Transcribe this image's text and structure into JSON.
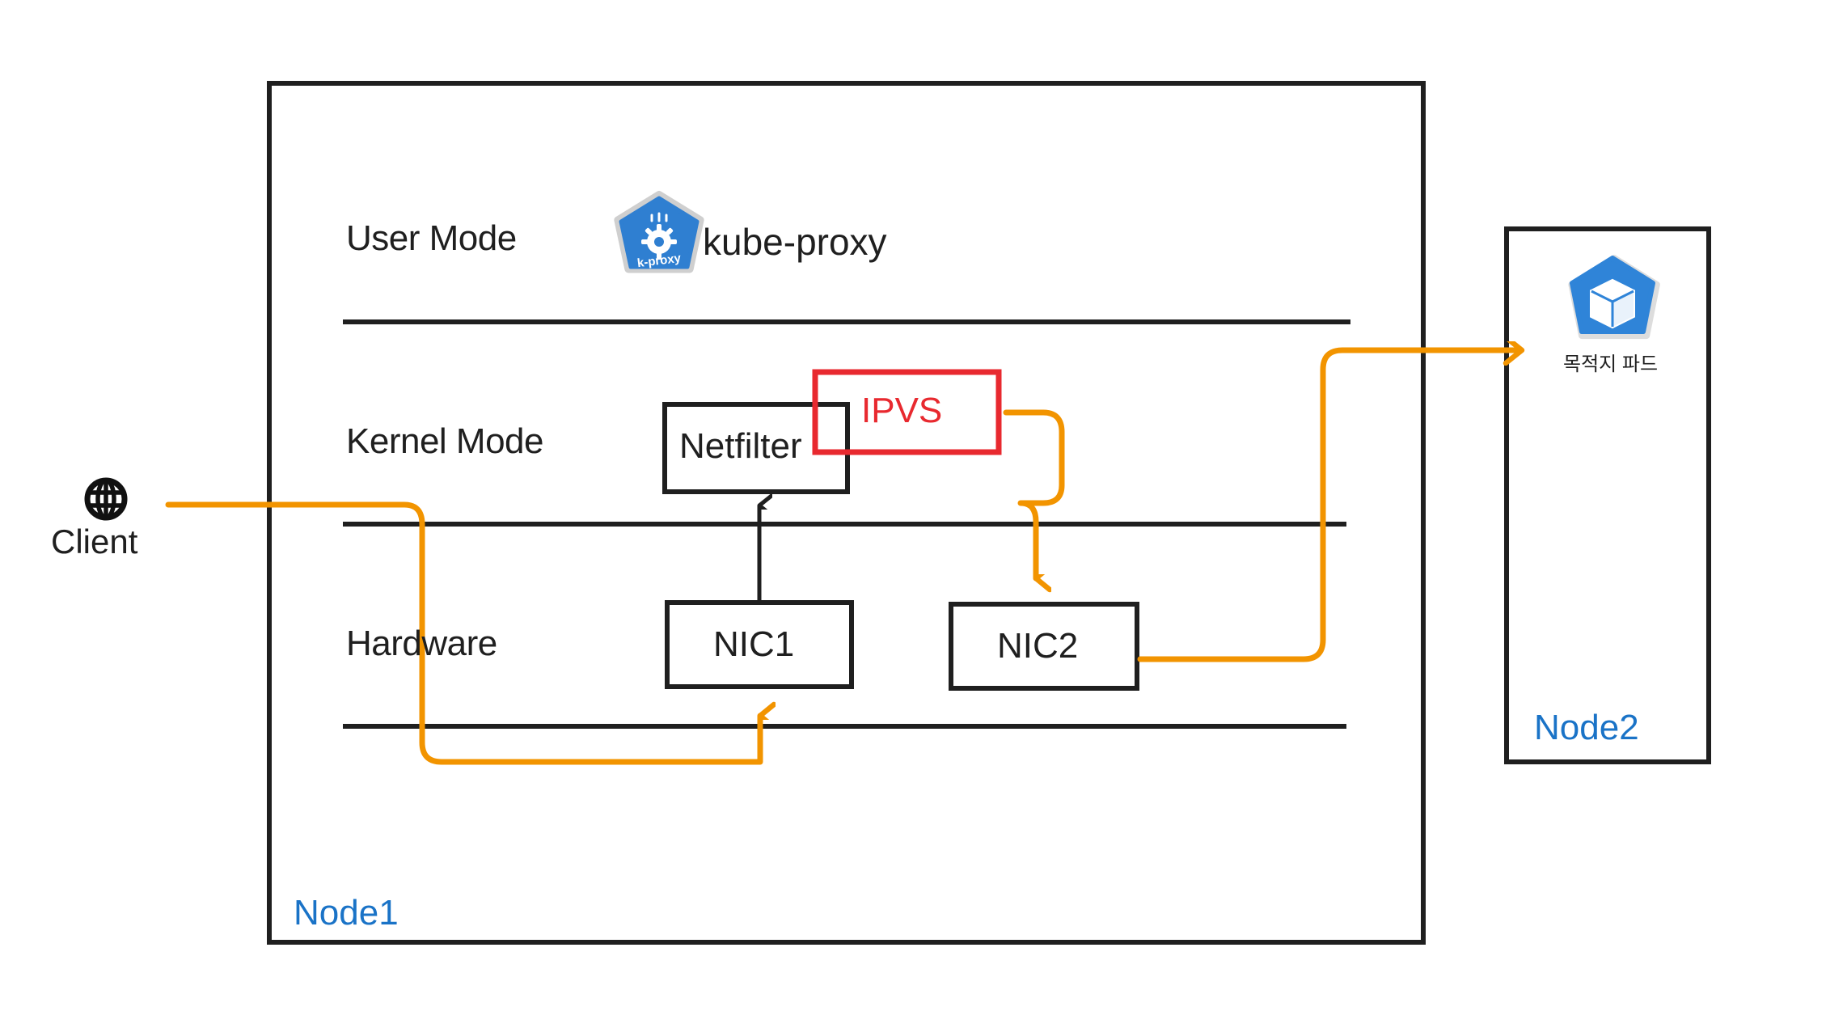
{
  "diagram": {
    "title": "kube-proxy IPVS mode packet flow",
    "colors": {
      "node_label": "#1a73c7",
      "ipvs_red": "#e8292f",
      "flow_orange": "#f29400",
      "outline_black": "#1f1f1f",
      "kubernetes_blue": "#3371c9"
    }
  },
  "node1": {
    "label": "Node1",
    "layers": [
      {
        "id": "user-mode",
        "label": "User Mode"
      },
      {
        "id": "kernel-mode",
        "label": "Kernel Mode"
      },
      {
        "id": "hardware",
        "label": "Hardware"
      }
    ],
    "components": {
      "kube_proxy": {
        "label": "kube-proxy",
        "icon": "kubernetes-kube-proxy-icon"
      },
      "netfilter": {
        "label": "Netfilter"
      },
      "ipvs": {
        "label": "IPVS"
      },
      "nic1": {
        "label": "NIC1"
      },
      "nic2": {
        "label": "NIC2"
      }
    }
  },
  "node2": {
    "label": "Node2",
    "pod": {
      "label": "목적지 파드",
      "icon": "kubernetes-pod-icon"
    }
  },
  "client": {
    "label": "Client",
    "icon": "globe-icon"
  },
  "flows": [
    {
      "id": "client-to-nic1",
      "from": "Client",
      "to": "NIC1",
      "color": "#f29400"
    },
    {
      "id": "nic1-to-netfilter",
      "from": "NIC1",
      "to": "Netfilter",
      "color": "#1f1f1f"
    },
    {
      "id": "ipvs-to-nic2",
      "from": "IPVS",
      "to": "NIC2",
      "color": "#f29400"
    },
    {
      "id": "nic2-to-pod",
      "from": "NIC2",
      "to": "목적지 파드",
      "color": "#f29400"
    }
  ]
}
